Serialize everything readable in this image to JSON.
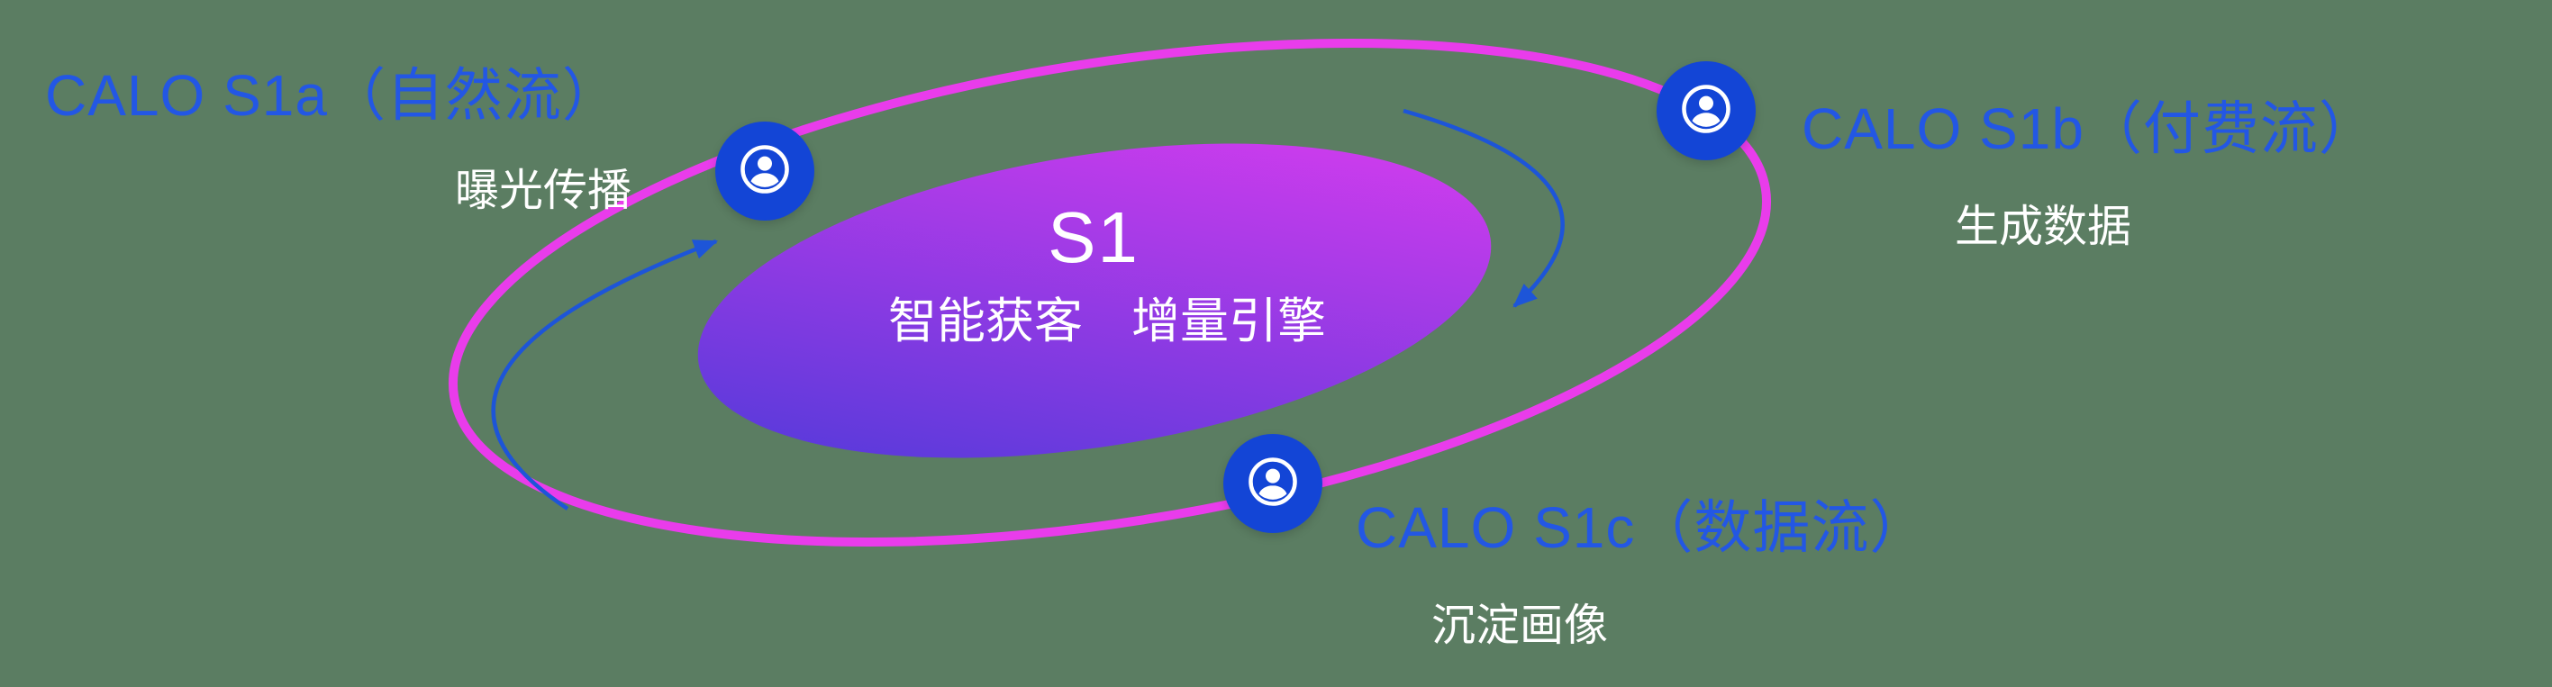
{
  "diagram": {
    "background_color": "#5b7d62",
    "core": {
      "title": "S1",
      "subtitle": "智能获客　增量引擎"
    },
    "satellites": [
      {
        "id": "s1a",
        "label": "CALO S1a（自然流）",
        "caption": "曝光传播"
      },
      {
        "id": "s1b",
        "label": "CALO S1b（付费流）",
        "caption": "生成数据"
      },
      {
        "id": "s1c",
        "label": "CALO S1c（数据流）",
        "caption": "沉淀画像"
      }
    ],
    "colors": {
      "label_blue": "#2357e4",
      "caption_white": "#ffffff",
      "orbit_ring_pink": "#e93ceb",
      "node_fill_blue": "#1345d6",
      "arrow_blue": "#1d55d8",
      "core_gradient_start": "#4839d8",
      "core_gradient_end": "#e03cf0"
    }
  }
}
